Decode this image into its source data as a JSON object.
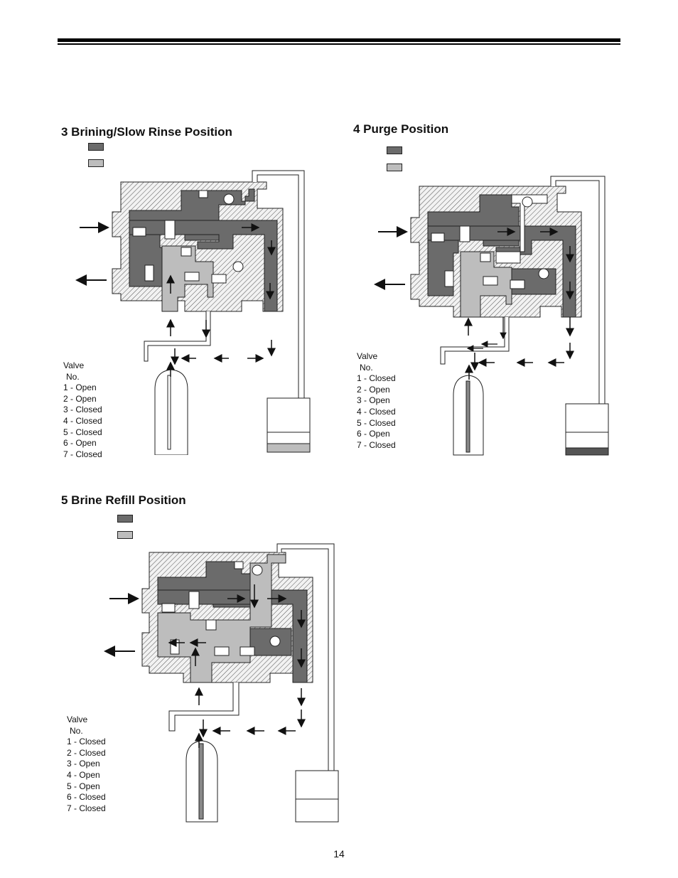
{
  "sections": [
    {
      "title": "3 Brining/Slow Rinse Position",
      "valve_header": [
        "Valve",
        "No."
      ],
      "valves": [
        "1 - Open",
        "2 - Open",
        "3 - Closed",
        "4 - Closed",
        "5 - Closed",
        "6 - Open",
        "7 - Closed"
      ]
    },
    {
      "title": "4 Purge Position",
      "valve_header": [
        "Valve",
        "No."
      ],
      "valves": [
        "1 - Closed",
        "2 - Open",
        "3 - Open",
        "4 - Closed",
        "5 - Closed",
        "6 - Open",
        "7 - Closed"
      ]
    },
    {
      "title": "5 Brine Refill Position",
      "valve_header": [
        "Valve",
        "No."
      ],
      "valves": [
        "1 - Closed",
        "2 - Closed",
        "3 - Open",
        "4 - Open",
        "5 - Open",
        "6 - Closed",
        "7 - Closed"
      ]
    }
  ],
  "legend_colors": {
    "dark": "#6b6b6b",
    "light": "#bdbdbd"
  },
  "page_number": "14"
}
